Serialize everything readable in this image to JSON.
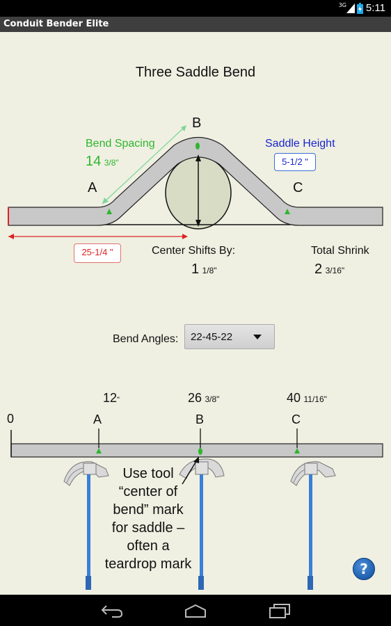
{
  "status_bar": {
    "time": "5:11",
    "network": "3G"
  },
  "app": {
    "title": "Conduit Bender Elite"
  },
  "diagram": {
    "title": "Three Saddle Bend",
    "points": [
      "A",
      "B",
      "C"
    ],
    "bend_spacing": {
      "label": "Bend Spacing",
      "whole": "14",
      "fraction": "3/8\""
    },
    "saddle_height": {
      "label": "Saddle Height",
      "value": "5-1/2 \""
    },
    "start_distance": "25-1/4 \"",
    "center_shifts": {
      "label": "Center Shifts By:",
      "whole": "1",
      "fraction": "1/8\""
    },
    "total_shrink": {
      "label": "Total Shrink",
      "whole": "2",
      "fraction": "3/16\""
    }
  },
  "bend_angles": {
    "label": "Bend Angles:",
    "selected": "22-45-22"
  },
  "marks": {
    "zero": "0",
    "items": [
      {
        "point": "A",
        "whole": "12",
        "fraction": "\""
      },
      {
        "point": "B",
        "whole": "26",
        "fraction": "3/8\""
      },
      {
        "point": "C",
        "whole": "40",
        "fraction": "11/16\""
      }
    ]
  },
  "tool_note": "Use tool “center of bend” mark for saddle – often a teardrop mark",
  "help": {
    "label": "?"
  },
  "colors": {
    "green": "#2fb52f",
    "blue": "#1a25cc",
    "red": "#dd2222",
    "conduit": "#c8c8c8",
    "bender_handle": "#3a7fd8"
  }
}
